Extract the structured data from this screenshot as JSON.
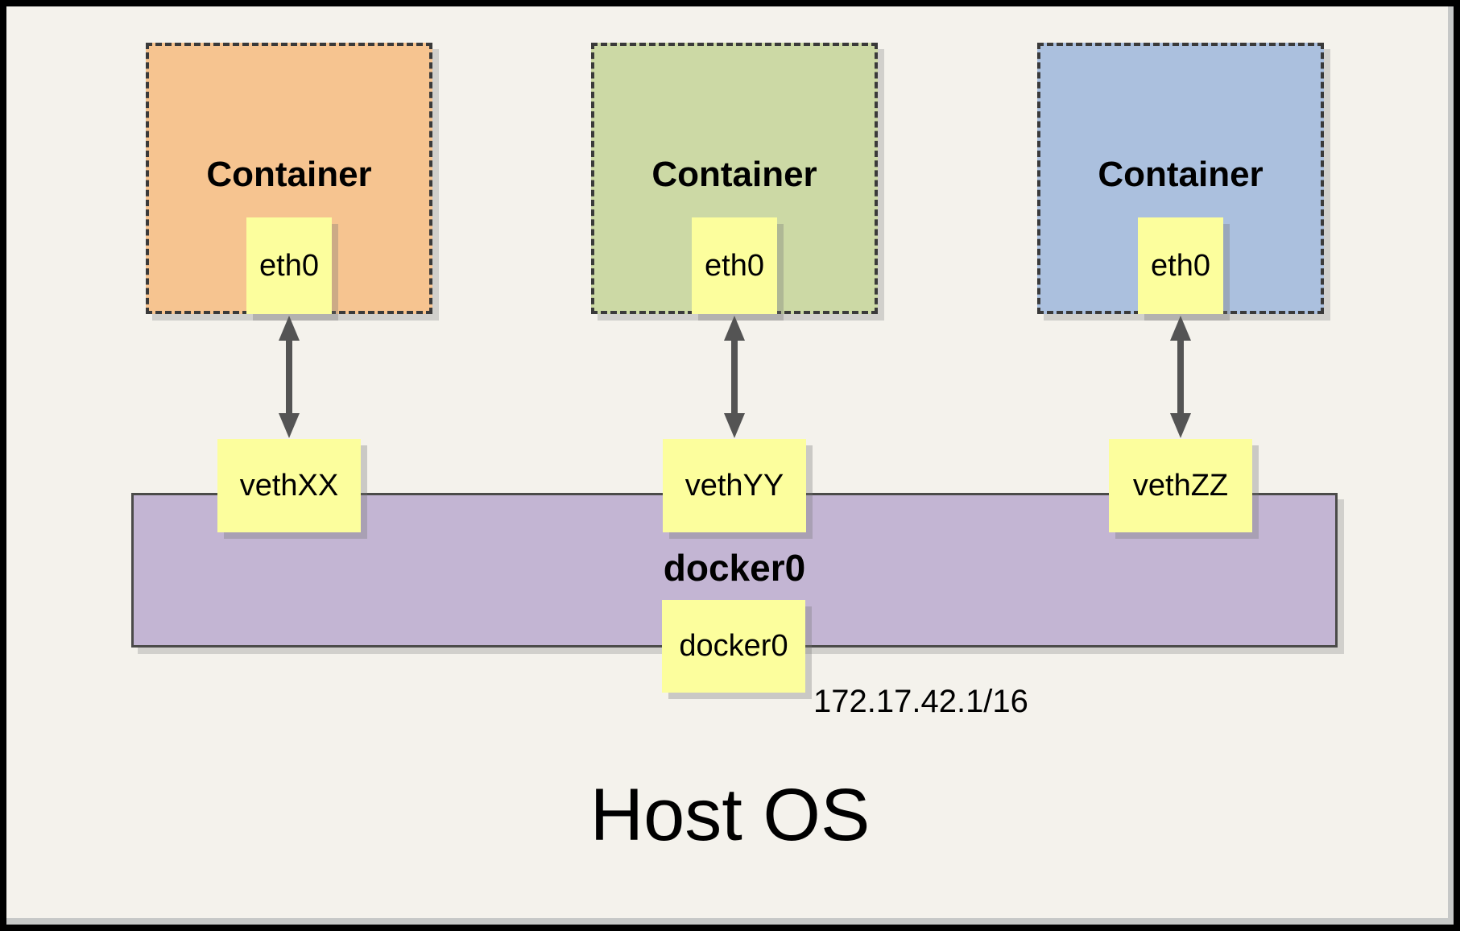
{
  "containers": [
    {
      "title": "Container",
      "interface_label": "eth0",
      "veth_label": "vethXX",
      "fill": "#F6C490"
    },
    {
      "title": "Container",
      "interface_label": "eth0",
      "veth_label": "vethYY",
      "fill": "#CCD9A5"
    },
    {
      "title": "Container",
      "interface_label": "eth0",
      "veth_label": "vethZZ",
      "fill": "#ABC0DE"
    }
  ],
  "bridge": {
    "label": "docker0",
    "interface_label": "docker0",
    "ip": "172.17.42.1/16",
    "fill": "#C3B5D3"
  },
  "host": {
    "label": "Host OS"
  },
  "styles": {
    "note_fill": "#FCFE9D",
    "background": "#F4F2EC",
    "frame_border": "#000000",
    "frame_shadow": "#C6C8C7",
    "dash_border": "#3A3A3A",
    "arrow_color": "#545454"
  }
}
